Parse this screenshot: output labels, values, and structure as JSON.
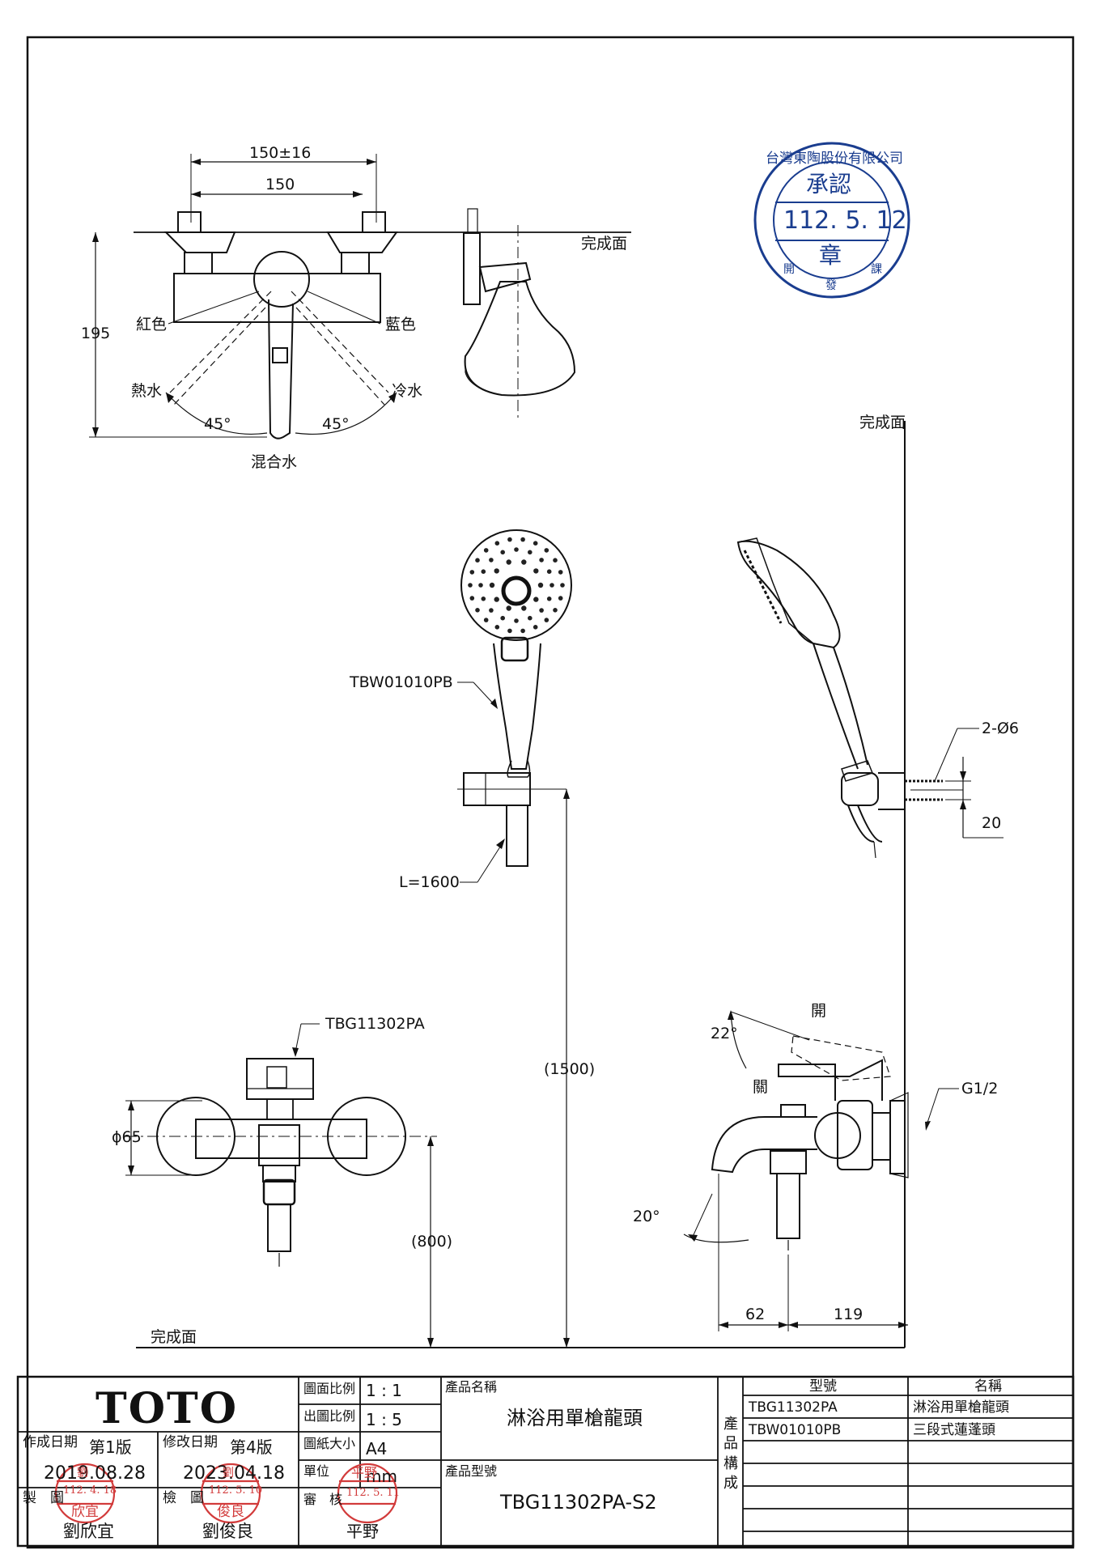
{
  "front_view": {
    "dim_outer": "150±16",
    "dim_inner": "150",
    "dim_height": "195",
    "finished_surface": "完成面",
    "red_label": "紅色",
    "blue_label": "藍色",
    "hot_label": "熱水",
    "cold_label": "冷水",
    "angle_left": "45°",
    "angle_right": "45°",
    "mixed_label": "混合水"
  },
  "approval_stamp": {
    "ring_text": "台灣東陶股份有限公司",
    "title": "承認",
    "date": "112. 5. 12",
    "seal": "章",
    "bottom_left": "開",
    "bottom_mid": "發",
    "bottom_right": "課"
  },
  "wall_label": "完成面",
  "handshower": {
    "model": "TBW01010PB",
    "hose_length": "L=1600",
    "screw_label": "2-Ø6",
    "screw_spacing": "20",
    "height_label": "(1500)"
  },
  "mixer": {
    "model": "TBG11302PA",
    "diameter": "ϕ65",
    "height_label": "(800)",
    "open_label": "開",
    "close_label": "關",
    "handle_angle": "22°",
    "spout_angle": "20°",
    "connection": "G1/2",
    "dim_62": "62",
    "dim_119": "119",
    "floor_label": "完成面"
  },
  "title_block": {
    "logo": "TOTO",
    "created_label": "作成日期",
    "created_version": "第1版",
    "created_date": "2019.08.28",
    "modified_label": "修改日期",
    "modified_version": "第4版",
    "modified_date": "2023.04.18",
    "drawn_label": "製　圖",
    "drawn_name": "劉欣宜",
    "checked_label": "檢　圖",
    "checked_name": "劉俊良",
    "scale_label": "圖面比例",
    "scale_value": "1 : 1",
    "print_scale_label": "出圖比例",
    "print_scale_value": "1 : 5",
    "paper_label": "圖紙大小",
    "paper_value": "A4",
    "unit_label": "單位",
    "unit_value": "mm",
    "review_label": "審　核",
    "review_name": "平野",
    "product_name_label": "產品名稱",
    "product_name": "淋浴用單槍龍頭",
    "product_model_label": "產品型號",
    "product_model": "TBG11302PA-S2",
    "composition_label": "產品構成",
    "model_header": "型號",
    "name_header": "名稱",
    "items": [
      {
        "model": "TBG11302PA",
        "name": "淋浴用單槍龍頭"
      },
      {
        "model": "TBW01010PB",
        "name": "三段式蓮蓬頭"
      }
    ]
  },
  "sign_stamps": {
    "drawn_stamp_top": "劉",
    "drawn_stamp_date": "112. 4. 18",
    "drawn_stamp_name": "欣宜",
    "checked_stamp_top": "劉",
    "checked_stamp_date": "112. 5. 10",
    "checked_stamp_name": "俊良",
    "review_stamp_top": "平野",
    "review_stamp_date": "112. 5. 11"
  }
}
